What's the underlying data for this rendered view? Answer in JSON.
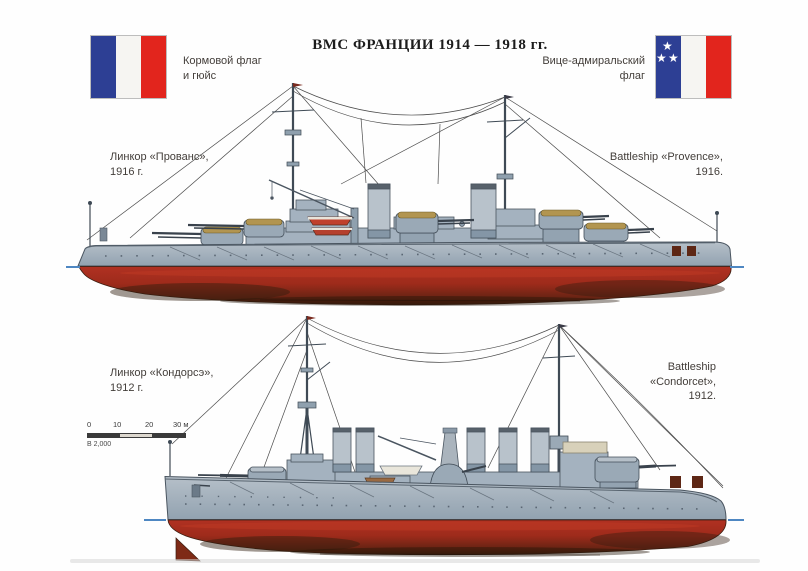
{
  "title": "ВМС  ФРАНЦИИ  1914 — 1918 гг.",
  "flags": {
    "stern": {
      "label1": "Кормовой флаг",
      "label2": "и гюйс"
    },
    "vice_admiral": {
      "label1": "Вице-адмиральский",
      "label2": "флаг",
      "star": "★"
    }
  },
  "ships": [
    {
      "label_ru1": "Линкор «Прованс»,",
      "label_ru2": "1916 г.",
      "label_en1": "Battleship «Provence»,",
      "label_en2": "1916."
    },
    {
      "label_ru1": "Линкор «Кондорсэ»,",
      "label_ru2": "1912 г.",
      "label_en1": "Battleship",
      "label_en2": "«Condorcet»,",
      "label_en3": "1912."
    }
  ],
  "scale_bar": {
    "ticks": [
      "0",
      "10",
      "20",
      "30 м"
    ],
    "note": "В 2,000"
  },
  "colors": {
    "flag_blue": "#2d3f94",
    "flag_red": "#e2251d",
    "hull_grey": "#a7b1ba",
    "hull_red": "#a52c1c",
    "turret_tan": "#b29550",
    "waterline_blue": "#4e87c2"
  }
}
